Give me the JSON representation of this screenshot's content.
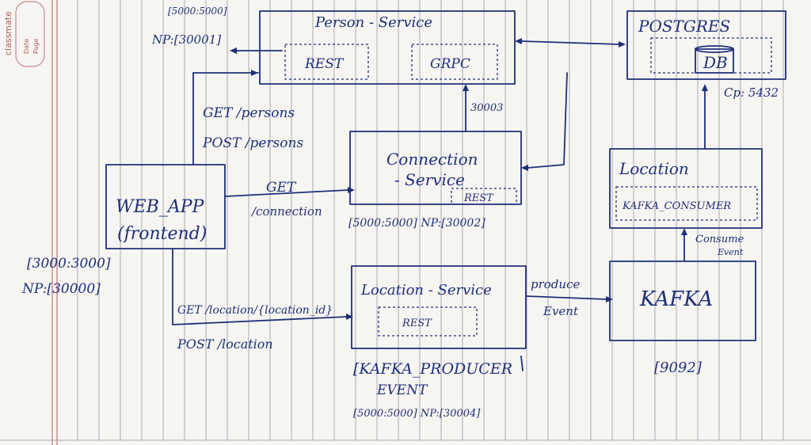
{
  "notebook": {
    "brand": "classmate",
    "date_label": "Date",
    "page_label": "Page"
  },
  "components": {
    "person_service": {
      "title": "Person - Service",
      "rest": "REST",
      "grpc": "GRPC",
      "ports": "[5000:5000]",
      "nodeport": "NP:[30001]"
    },
    "postgres": {
      "title": "POSTGRES",
      "db": "DB",
      "port": "Cp: 5432"
    },
    "web_app": {
      "line1": "WEB_APP",
      "line2": "(frontend)",
      "ports": "[3000:3000]",
      "nodeport": "NP:[30000]"
    },
    "connection_service": {
      "line1": "Connection",
      "line2": "- Service",
      "rest": "REST",
      "ports": "[5000:5000] NP:[30002]"
    },
    "location_consumer": {
      "title": "Location",
      "consumer": "KAFKA_CONSUMER"
    },
    "location_service": {
      "title": "Location - Service",
      "rest": "REST",
      "producer_line1": "[KAFKA_PRODUCER",
      "producer_line2": "EVENT",
      "ports": "[5000:5000] NP:[30004]"
    },
    "kafka": {
      "title": "KAFKA",
      "port": "[9092]"
    }
  },
  "edges": {
    "persons_get": "GET /persons",
    "persons_post": "POST /persons",
    "connection_get": "GET",
    "connection_path": "/connection",
    "location_get": "GET /location/{location_id}",
    "location_post": "POST /location",
    "grpc_port": "30003",
    "produce_line1": "produce",
    "produce_line2": "Event",
    "consume_line1": "Consume",
    "consume_line2": "Event"
  },
  "colors": {
    "ink": "#1f2f7a",
    "paper": "#f6f5f1",
    "rule_line": "#a9a9b3",
    "margin_line": "#c98a8a"
  }
}
